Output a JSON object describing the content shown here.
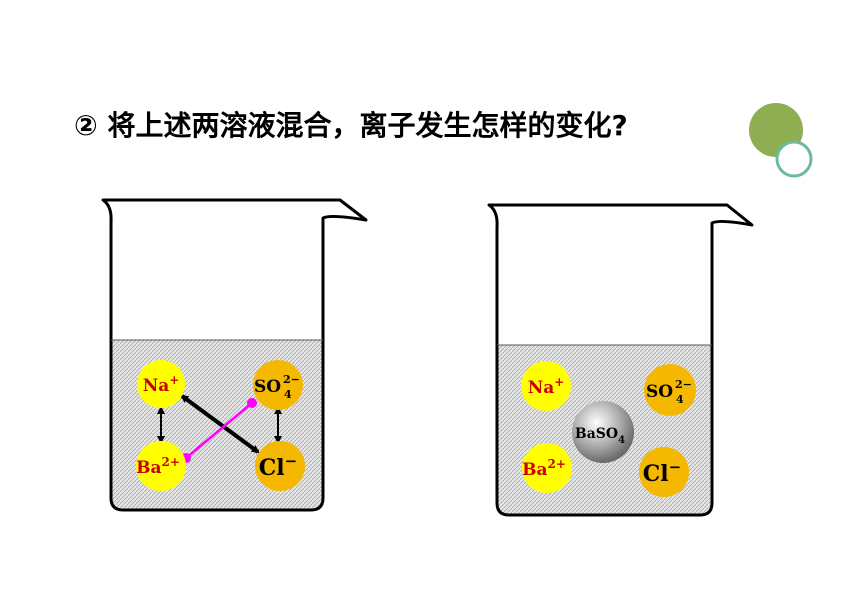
{
  "question": {
    "number": "②",
    "text": "将上述两溶液混合，离子发生怎样的变化?"
  },
  "colors": {
    "sodium_ion": "#ffff00",
    "barium_ion": "#ffff00",
    "sulfate_ion": "#f5b800",
    "chloride_ion": "#f5b800",
    "precipitate": "#909090",
    "na_label": "#cc0000",
    "ba_label": "#cc0000",
    "attraction_line": "#ff00ff",
    "decor_circle": "#8fae52",
    "decor_ring": "#6fb8a0"
  },
  "beakers": [
    {
      "ions": {
        "na": {
          "symbol": "Na",
          "charge": "+"
        },
        "so4": {
          "symbol": "SO",
          "sub": "4",
          "charge": "2−"
        },
        "ba": {
          "symbol": "Ba",
          "charge": "2+"
        },
        "cl": {
          "symbol": "Cl",
          "charge": "−"
        }
      }
    },
    {
      "ions": {
        "na": {
          "symbol": "Na",
          "charge": "+"
        },
        "so4": {
          "symbol": "SO",
          "sub": "4",
          "charge": "2−"
        },
        "ba": {
          "symbol": "Ba",
          "charge": "2+"
        },
        "cl": {
          "symbol": "Cl",
          "charge": "−"
        }
      },
      "precipitate": {
        "symbol": "BaSO",
        "sub": "4"
      }
    }
  ]
}
